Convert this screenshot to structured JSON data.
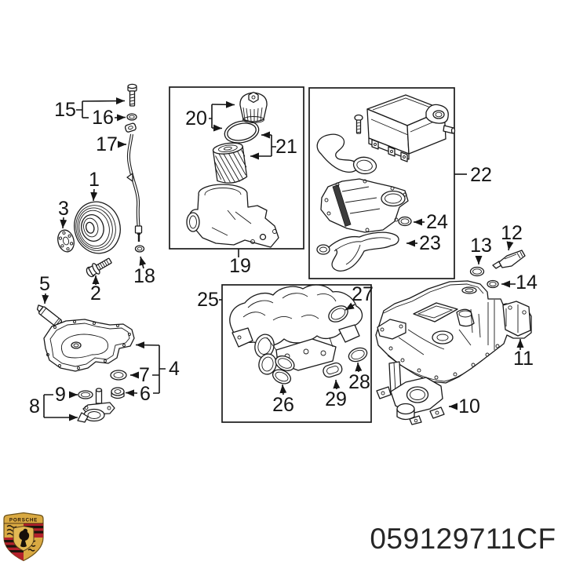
{
  "diagram": {
    "part_number": "059129711CF",
    "logo_brand": "PORSCHE",
    "callouts": {
      "c1": "1",
      "c2": "2",
      "c3": "3",
      "c4": "4",
      "c5": "5",
      "c6": "6",
      "c7": "7",
      "c8": "8",
      "c9": "9",
      "c10": "10",
      "c11": "11",
      "c12": "12",
      "c13": "13",
      "c14": "14",
      "c15": "15",
      "c16": "16",
      "c17": "17",
      "c18": "18",
      "c19": "19",
      "c20": "20",
      "c21": "21",
      "c22": "22",
      "c23": "23",
      "c24": "24",
      "c25": "25",
      "c26": "26",
      "c27": "27",
      "c28": "28",
      "c29": "29"
    },
    "colors": {
      "line": "#1a1a1a",
      "background": "#ffffff",
      "crest_gold": "#d9a942",
      "crest_red": "#b3212b",
      "crest_black": "#1c140c"
    }
  }
}
